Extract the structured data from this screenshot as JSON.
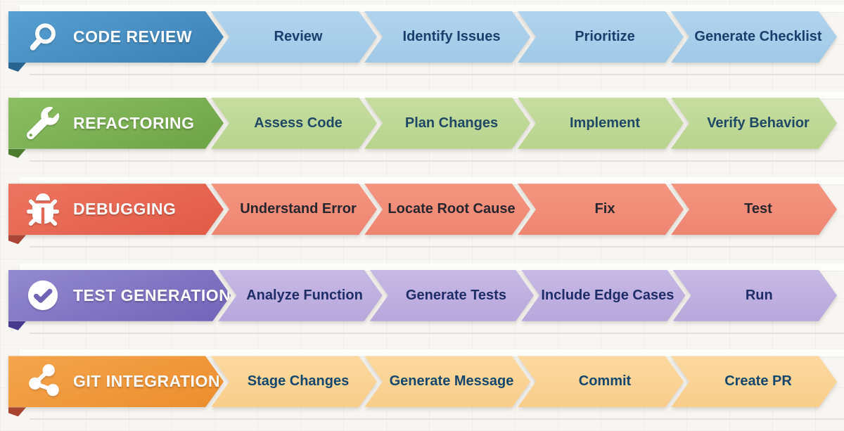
{
  "page": {
    "background": "#f8f6f2",
    "separator_color": "#e4e1db"
  },
  "rows": [
    {
      "id": "code-review",
      "title": "CODE REVIEW",
      "icon": "search-icon",
      "colors": {
        "header_from": "#57a0d2",
        "header_to": "#3b80b5",
        "fold": "#27648f",
        "step_from": "#b1d4ee",
        "step_to": "#a0c9e7",
        "step_text": "#1b3e6c"
      },
      "steps": [
        "Review",
        "Identify Issues",
        "Prioritize",
        "Generate Checklist"
      ]
    },
    {
      "id": "refactoring",
      "title": "REFACTORING",
      "icon": "wrench-icon",
      "colors": {
        "header_from": "#8cbe63",
        "header_to": "#6ca345",
        "fold": "#4c7c2d",
        "step_from": "#c6dda0",
        "step_to": "#b7d48d",
        "step_text": "#1e4866"
      },
      "steps": [
        "Assess Code",
        "Plan Changes",
        "Implement",
        "Verify Behavior"
      ]
    },
    {
      "id": "debugging",
      "title": "DEBUGGING",
      "icon": "bug-icon",
      "colors": {
        "header_from": "#ec7560",
        "header_to": "#e25a46",
        "fold": "#aa4434",
        "step_from": "#f4957f",
        "step_to": "#ee8572",
        "step_text": "#26262e"
      },
      "steps": [
        "Understand Error",
        "Locate Root Cause",
        "Fix",
        "Test"
      ]
    },
    {
      "id": "test-generation",
      "title": "TEST GENERATION",
      "icon": "check-circle-icon",
      "colors": {
        "header_from": "#938ad0",
        "header_to": "#7163b8",
        "fold": "#453a8e",
        "step_from": "#c7b9e5",
        "step_to": "#b7a7dc",
        "step_text": "#1e2d68"
      },
      "steps": [
        "Analyze Function",
        "Generate Tests",
        "Include Edge Cases",
        "Run"
      ]
    },
    {
      "id": "git-integration",
      "title": "GIT INTEGRATION",
      "icon": "git-network-icon",
      "colors": {
        "header_from": "#f4a54d",
        "header_to": "#ec8d2c",
        "fold": "#a8442f",
        "step_from": "#fcd9a0",
        "step_to": "#f9cd8a",
        "step_text": "#15466e"
      },
      "steps": [
        "Stage Changes",
        "Generate Message",
        "Commit",
        "Create PR"
      ]
    }
  ]
}
